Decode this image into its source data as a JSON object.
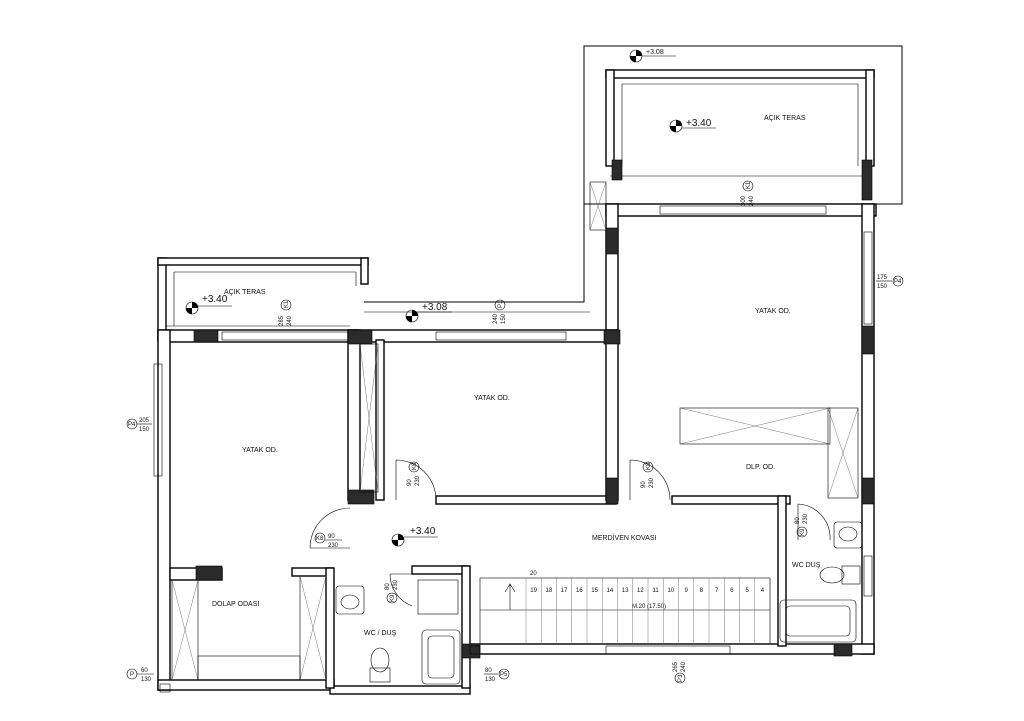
{
  "rooms": {
    "terrace_top": "AÇIK TERAS",
    "terrace_left": "AÇIK TERAS",
    "bedroom_right": "YATAK OD.",
    "bedroom_middle": "YATAK OD.",
    "bedroom_left": "YATAK OD.",
    "dressing_right": "DLP. OD.",
    "stair_hall": "MERDİVEN KOVASI",
    "wc_right": "WC DUŞ",
    "wc_left": "WC / DUŞ",
    "dressing_left": "DOLAP ODASI"
  },
  "levels": {
    "top_outer": "+3.08",
    "top_terrace": "+3.40",
    "left_terrace": "+3.40",
    "mid_corridor": "+3.08",
    "hall": "+3.40"
  },
  "windows": {
    "k1_top": {
      "tag": "K1",
      "w": "300",
      "h": "240"
    },
    "k1_left": {
      "tag": "K1",
      "w": "285",
      "h": "240"
    },
    "p1_mid": {
      "tag": "P1",
      "w": "240",
      "h": "150"
    },
    "p4_right": {
      "tag": "P4",
      "w": "175",
      "h": "150"
    },
    "p4_left": {
      "tag": "P4",
      "w": "205",
      "h": "150"
    },
    "p_bottom_left": {
      "tag": "P",
      "w": "60",
      "h": "130"
    },
    "p5_bottom": {
      "tag": "P5",
      "w": "80",
      "h": "130"
    },
    "p3_bottom": {
      "tag": "P3",
      "w": "265",
      "h": "240"
    }
  },
  "doors": {
    "k8_mid": {
      "tag": "K8",
      "w": "90",
      "h": "230"
    },
    "k8_right": {
      "tag": "K8",
      "w": "90",
      "h": "230"
    },
    "k8_hall": {
      "tag": "K8",
      "w": "90",
      "h": "230"
    },
    "k9_wc_left": {
      "tag": "K9",
      "w": "80",
      "h": "230"
    },
    "k9_wc_right": {
      "tag": "K9",
      "w": "80",
      "h": "230"
    }
  },
  "stairs": {
    "top_step": "20",
    "steps": [
      "19",
      "18",
      "17",
      "16",
      "15",
      "14",
      "13",
      "12",
      "11",
      "10",
      "9",
      "8",
      "7",
      "6",
      "5",
      "4"
    ],
    "note": "M.20 (17.50)"
  }
}
